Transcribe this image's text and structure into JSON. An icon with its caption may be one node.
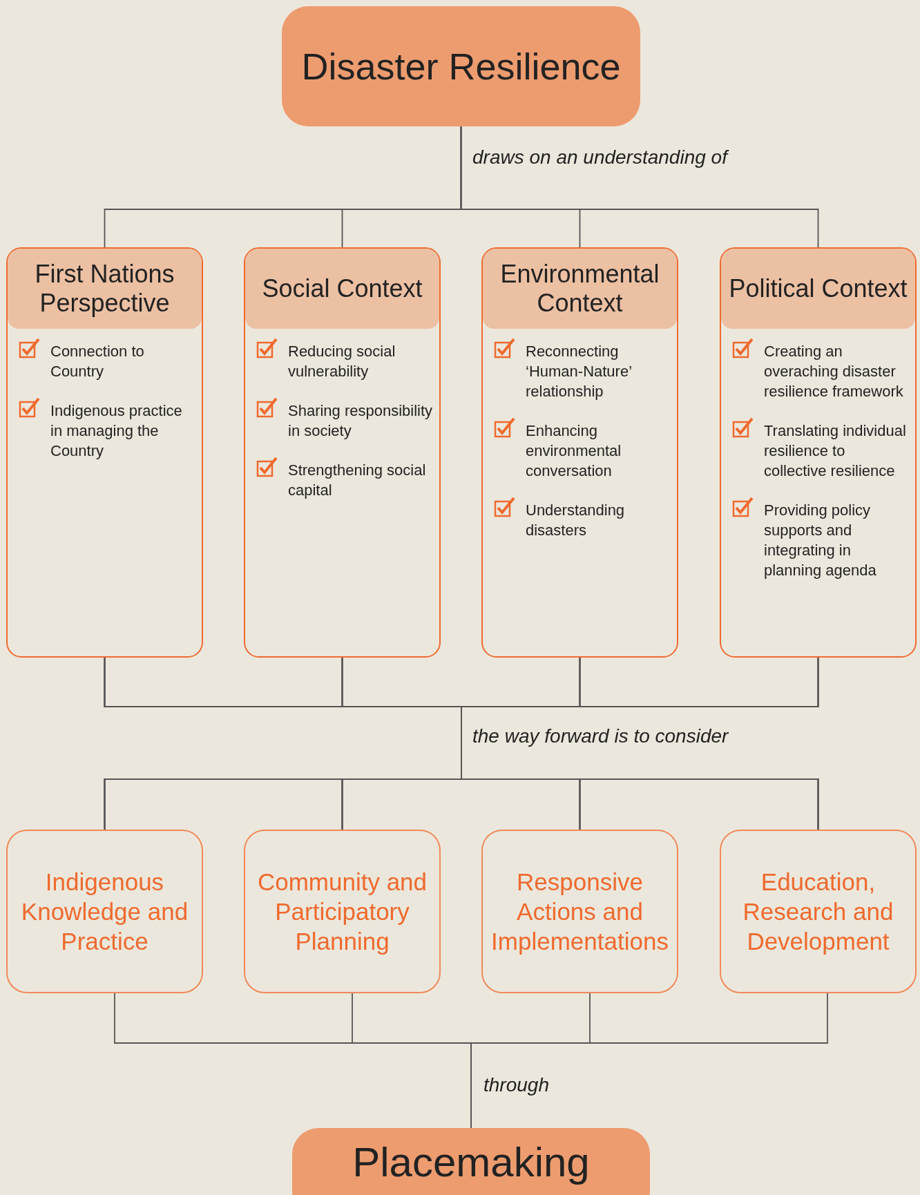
{
  "diagram": {
    "nodes": [
      {
        "text": [
          "Disaster Resilience"
        ]
      },
      {
        "text": [
          "First Nations Perspective",
          "Connection to Country",
          "Indigenous practice in managing the Country"
        ]
      },
      {
        "text": [
          "Social Context",
          "Reducing social vulnerability",
          "Sharing responsibility in society",
          "Strengthening social capital"
        ]
      },
      {
        "text": [
          "Environmental Context",
          "Reconnecting ‘Human-Nature’ relationship",
          "Enhancing environmental conversation",
          "Understanding disasters"
        ]
      },
      {
        "text": [
          "Political Context",
          "Creating an overaching disaster resilience framework",
          "Translating individual resilience to collective resilience",
          "Providing policy supports and integrating in planning agenda"
        ]
      },
      {
        "text": [
          "Indigenous Knowledge and Practice"
        ]
      },
      {
        "text": [
          "Community and Participatory Planning"
        ]
      },
      {
        "text": [
          "Responsive Actions and Implementations"
        ]
      },
      {
        "text": [
          "Education, Research and Development"
        ]
      },
      {
        "text": [
          "Placemaking"
        ]
      }
    ],
    "edges": [
      {
        "from": 0,
        "to": 1,
        "arrow": "none"
      },
      {
        "from": 0,
        "to": 2,
        "arrow": "none"
      },
      {
        "from": 0,
        "to": 3,
        "arrow": "none"
      },
      {
        "from": 0,
        "to": 4,
        "arrow": "none"
      },
      {
        "from": 1,
        "to": 5,
        "arrow": "none"
      },
      {
        "from": 1,
        "to": 6,
        "arrow": "none"
      },
      {
        "from": 1,
        "to": 7,
        "arrow": "none"
      },
      {
        "from": 1,
        "to": 8,
        "arrow": "none"
      },
      {
        "from": 2,
        "to": 5,
        "arrow": "none"
      },
      {
        "from": 2,
        "to": 6,
        "arrow": "none"
      },
      {
        "from": 2,
        "to": 7,
        "arrow": "none"
      },
      {
        "from": 2,
        "to": 8,
        "arrow": "none"
      },
      {
        "from": 3,
        "to": 5,
        "arrow": "none"
      },
      {
        "from": 3,
        "to": 6,
        "arrow": "none"
      },
      {
        "from": 3,
        "to": 7,
        "arrow": "none"
      },
      {
        "from": 3,
        "to": 8,
        "arrow": "none"
      },
      {
        "from": 4,
        "to": 5,
        "arrow": "none"
      },
      {
        "from": 4,
        "to": 6,
        "arrow": "none"
      },
      {
        "from": 4,
        "to": 7,
        "arrow": "none"
      },
      {
        "from": 4,
        "to": 8,
        "arrow": "none"
      },
      {
        "from": 5,
        "to": 9,
        "arrow": "none"
      },
      {
        "from": 6,
        "to": 9,
        "arrow": "none"
      },
      {
        "from": 7,
        "to": 9,
        "arrow": "none"
      },
      {
        "from": 8,
        "to": 9,
        "arrow": "none"
      }
    ],
    "labels": [
      "draws on an understanding of",
      "the way forward is to consider",
      "through"
    ]
  }
}
